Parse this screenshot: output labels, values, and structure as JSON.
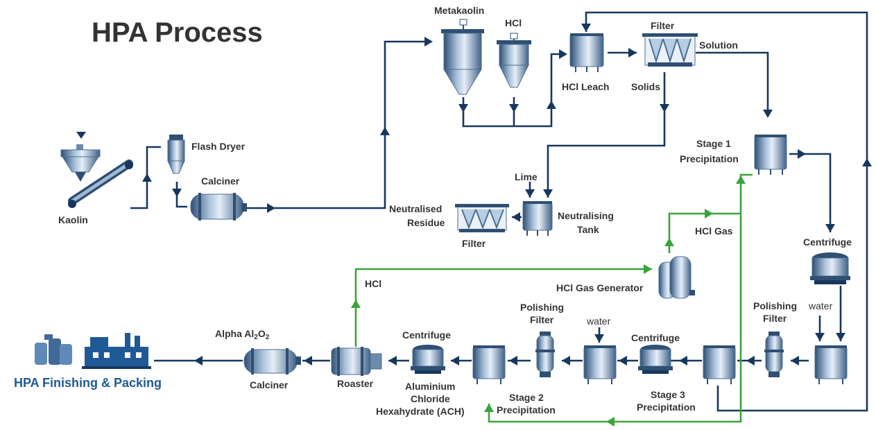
{
  "title": "HPA Process",
  "labels": {
    "metakaolin": "Metakaolin",
    "hcl_top": "HCl",
    "filter_top": "Filter",
    "solution": "Solution",
    "hcl_leach": "HCl Leach",
    "solids": "Solids",
    "flash_dryer": "Flash Dryer",
    "calciner_top": "Calciner",
    "kaolin": "Kaolin",
    "stage1_a": "Stage 1",
    "stage1_b": "Precipitation",
    "lime": "Lime",
    "neutralised_a": "Neutralised",
    "neutralised_b": "Residue",
    "filter_mid": "Filter",
    "neutralising_a": "Neutralising",
    "neutralising_b": "Tank",
    "hcl_gas": "HCl Gas",
    "centrifuge_right": "Centrifuge",
    "hcl_gas_generator": "HCl Gas Generator",
    "hcl_mid": "HCl",
    "polishing_left_a": "Polishing",
    "polishing_left_b": "Filter",
    "polishing_right_a": "Polishing",
    "polishing_right_b": "Filter",
    "water_mid": "water",
    "water_right": "water",
    "centrifuge_mid": "Centrifuge",
    "centrifuge_left": "Centrifuge",
    "alpha_prefix": "Alpha Al",
    "alpha_sub1": "2",
    "alpha_o": "O",
    "alpha_sub2": "2",
    "calciner_bottom": "Calciner",
    "roaster": "Roaster",
    "ach_a": "Aluminium",
    "ach_b": "Chloride",
    "ach_c": "Hexahydrate (ACH)",
    "stage2_a": "Stage 2",
    "stage2_b": "Precipitation",
    "stage3_a": "Stage 3",
    "stage3_b": "Precipitation",
    "hpa_finishing": "HPA Finishing & Packing"
  },
  "colors": {
    "process_flow": "#17375e",
    "acid_flow": "#3aa43a",
    "brand": "#1f5a96",
    "text": "#333333"
  },
  "icons": [
    "hopper-icon",
    "conveyor-icon",
    "flash-dryer-icon",
    "calciner-icon",
    "cone-tank-icon",
    "tank-icon",
    "filter-press-icon",
    "centrifuge-icon",
    "polishing-filter-icon",
    "gas-generator-icon",
    "roaster-icon",
    "packing-bags-icon",
    "factory-icon"
  ]
}
